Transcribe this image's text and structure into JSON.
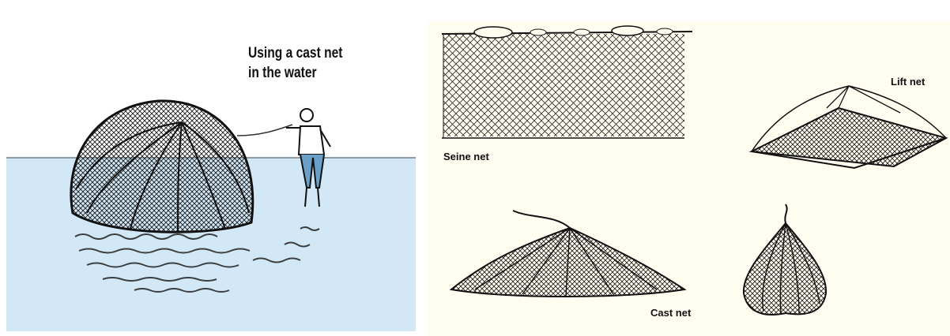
{
  "left_panel": {
    "caption_line1": "Using a cast net",
    "caption_line2": "in the water",
    "colors": {
      "water": "#d2e8f6",
      "net": "#1a1a1a",
      "background": "#ffffff"
    }
  },
  "right_panel": {
    "labels": {
      "seine": "Seine net",
      "lift": "Lift net",
      "cast": "Cast net"
    },
    "colors": {
      "background": "#fffdf0",
      "net": "#1a1a1a"
    }
  }
}
